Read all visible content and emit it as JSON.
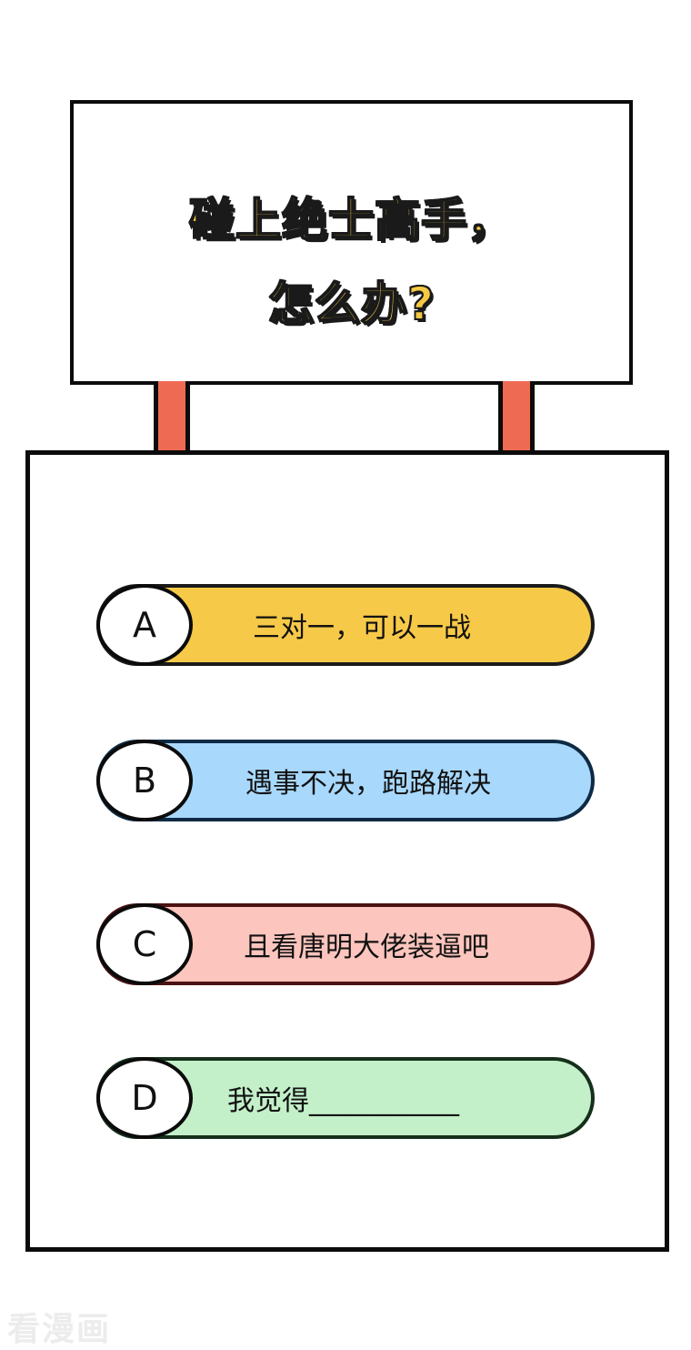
{
  "question": {
    "line1": "碰上绝士高手，",
    "line2": "怎么办?"
  },
  "options": [
    {
      "letter": "A",
      "text": "三对一，可以一战",
      "color": "#f7c948",
      "border": "#1a1a1a"
    },
    {
      "letter": "B",
      "text": "遇事不决，跑路解决",
      "color": "#a8d8fb",
      "border": "#0e2a44"
    },
    {
      "letter": "C",
      "text": "且看唐明大佬装逼吧",
      "color": "#fcc5bd",
      "border": "#4a1212"
    },
    {
      "letter": "D",
      "text": "我觉得___________",
      "color": "#c3efc9",
      "border": "#14301a"
    }
  ],
  "colors": {
    "title_fill": "#f6c945",
    "post": "#ee6a52",
    "outline": "#0b0b0b"
  },
  "watermark": "看漫画"
}
